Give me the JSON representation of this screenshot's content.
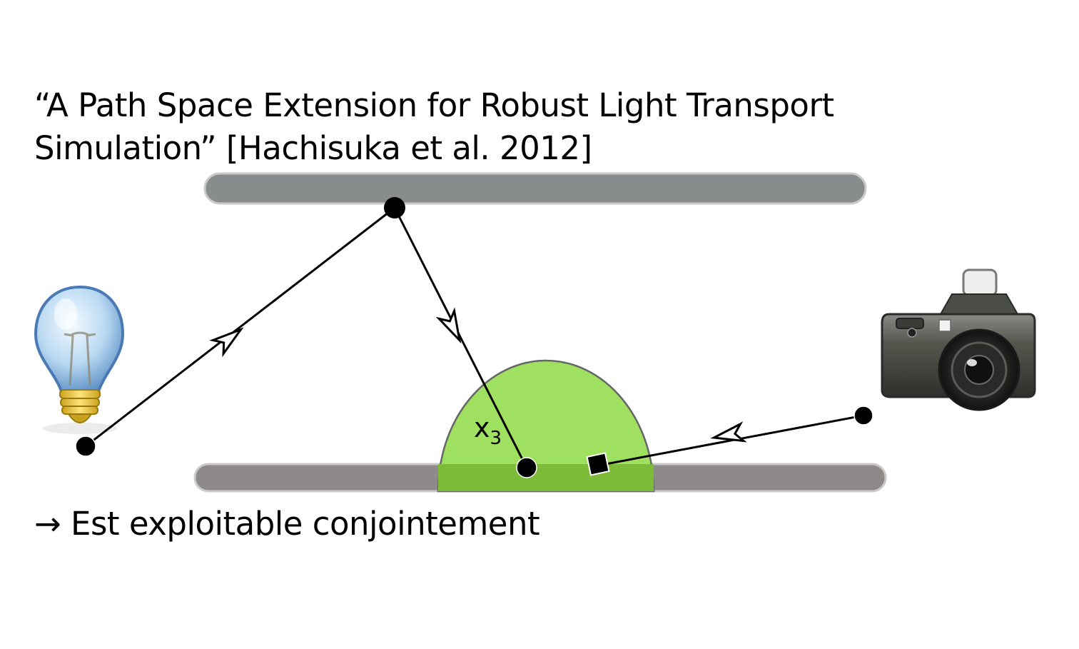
{
  "citation": {
    "line1": "“A Path Space Extension for Robust Light Transport",
    "line2": "Simulation” [Hachisuka et al. 2012]"
  },
  "vertex_label": {
    "base": "x",
    "subscript": "3"
  },
  "conclusion": {
    "arrow": "→",
    "text": "Est exploitable conjointement"
  },
  "colors": {
    "surface_top": "#898c8c",
    "surface_bottom": "#8e8a8a",
    "disc_fill": "#a0e060",
    "disc_overlap": "#7cbc38",
    "path": "#000000"
  },
  "icons": {
    "light": "light-bulb-icon",
    "camera": "camera-icon"
  }
}
